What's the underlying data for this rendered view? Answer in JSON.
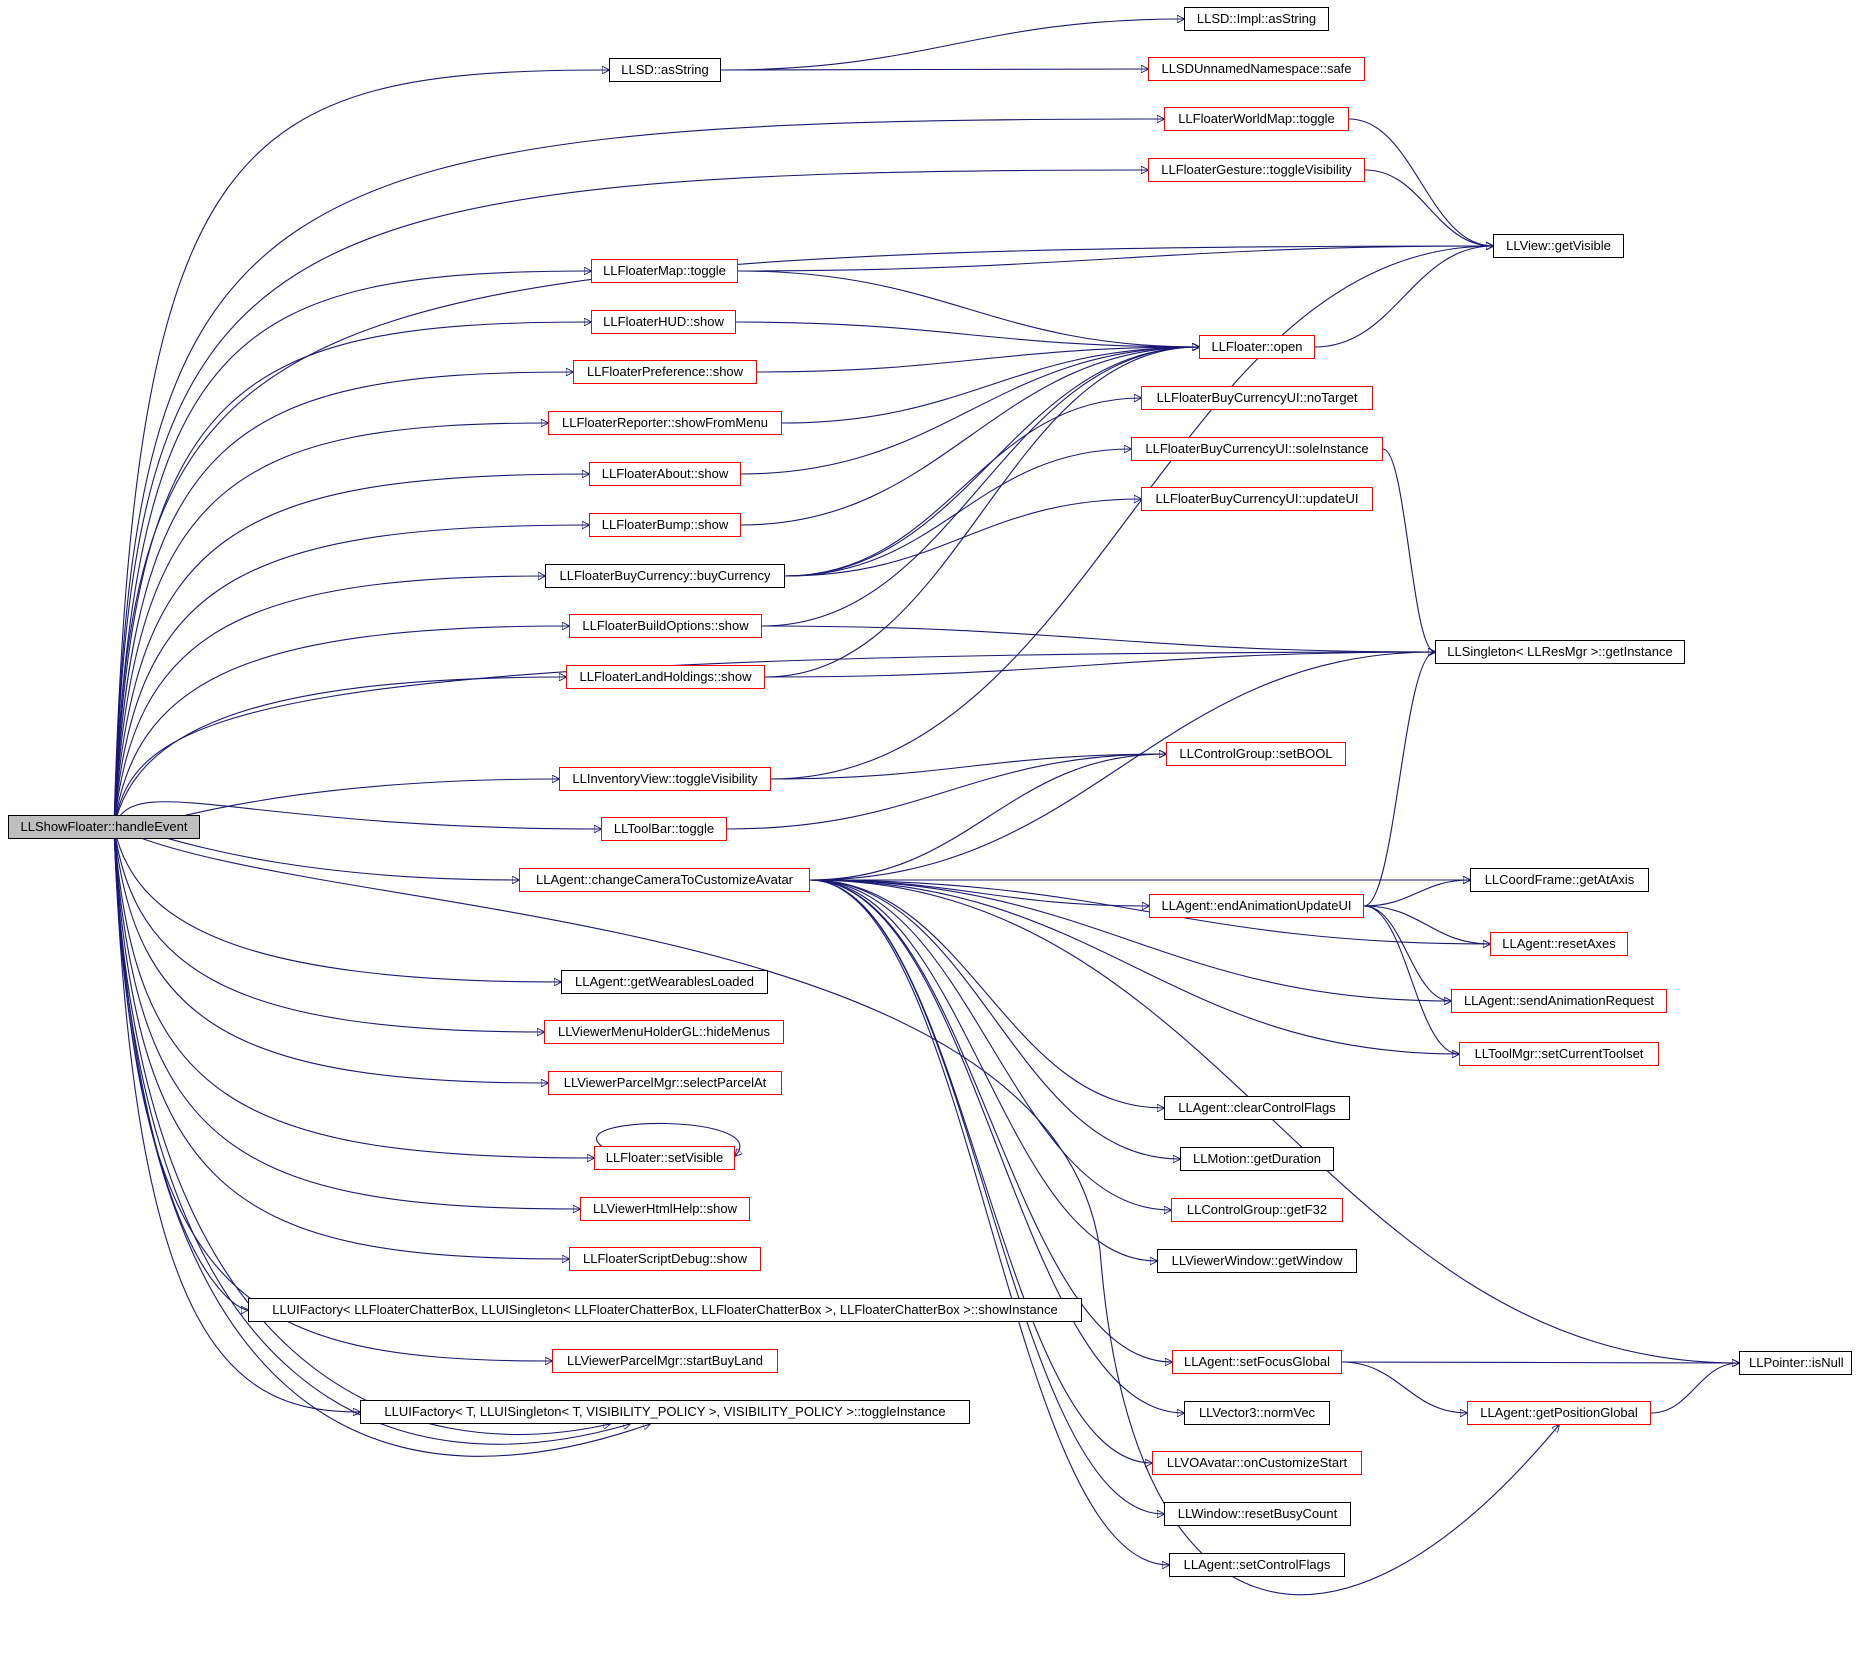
{
  "colors": {
    "edge": "#191970",
    "documented_border": "#000000",
    "undocumented_border": "#ff0000",
    "root_fill": "#bfbfbf"
  },
  "graph": {
    "root": "LLShowFloater::handleEvent",
    "nodes": {
      "n00": "LLShowFloater::handleEvent",
      "n01": "LLSD::asString",
      "n02": "LLSD::Impl::asString",
      "n03": "LLSDUnnamedNamespace::safe",
      "n04": "LLFloaterWorldMap::toggle",
      "n05": "LLFloaterGesture::toggleVisibility",
      "n06": "LLView::getVisible",
      "n07": "LLFloaterMap::toggle",
      "n08": "LLFloaterHUD::show",
      "n09": "LLFloater::open",
      "n10": "LLFloaterPreference::show",
      "n11": "LLFloaterBuyCurrencyUI::noTarget",
      "n12": "LLFloaterReporter::showFromMenu",
      "n13": "LLFloaterBuyCurrencyUI::soleInstance",
      "n14": "LLFloaterAbout::show",
      "n15": "LLFloaterBuyCurrencyUI::updateUI",
      "n16": "LLFloaterBump::show",
      "n17": "LLFloaterBuyCurrency::buyCurrency",
      "n18": "LLFloaterBuildOptions::show",
      "n19": "LLSingleton< LLResMgr >::getInstance",
      "n20": "LLFloaterLandHoldings::show",
      "n21": "LLControlGroup::setBOOL",
      "n22": "LLInventoryView::toggleVisibility",
      "n23": "LLToolBar::toggle",
      "n24": "LLAgent::changeCameraToCustomizeAvatar",
      "n25": "LLCoordFrame::getAtAxis",
      "n26": "LLAgent::endAnimationUpdateUI",
      "n27": "LLAgent::resetAxes",
      "n28": "LLAgent::getWearablesLoaded",
      "n29": "LLAgent::sendAnimationRequest",
      "n30": "LLViewerMenuHolderGL::hideMenus",
      "n31": "LLToolMgr::setCurrentToolset",
      "n32": "LLViewerParcelMgr::selectParcelAt",
      "n33": "LLAgent::clearControlFlags",
      "n34": "LLFloater::setVisible",
      "n35": "LLMotion::getDuration",
      "n36": "LLViewerHtmlHelp::show",
      "n37": "LLControlGroup::getF32",
      "n38": "LLFloaterScriptDebug::show",
      "n39": "LLViewerWindow::getWindow",
      "n40": "LLUIFactory< LLFloaterChatterBox, LLUISingleton< LLFloaterChatterBox, LLFloaterChatterBox >, LLFloaterChatterBox >::showInstance",
      "n41": "LLPointer::isNull",
      "n42": "LLViewerParcelMgr::startBuyLand",
      "n43": "LLAgent::setFocusGlobal",
      "n44": "LLUIFactory< T, LLUISingleton< T, VISIBILITY_POLICY >, VISIBILITY_POLICY >::toggleInstance",
      "n45": "LLVector3::normVec",
      "n46": "LLAgent::getPositionGlobal",
      "n47": "LLVOAvatar::onCustomizeStart",
      "n48": "LLWindow::resetBusyCount",
      "n49": "LLAgent::setControlFlags"
    }
  }
}
